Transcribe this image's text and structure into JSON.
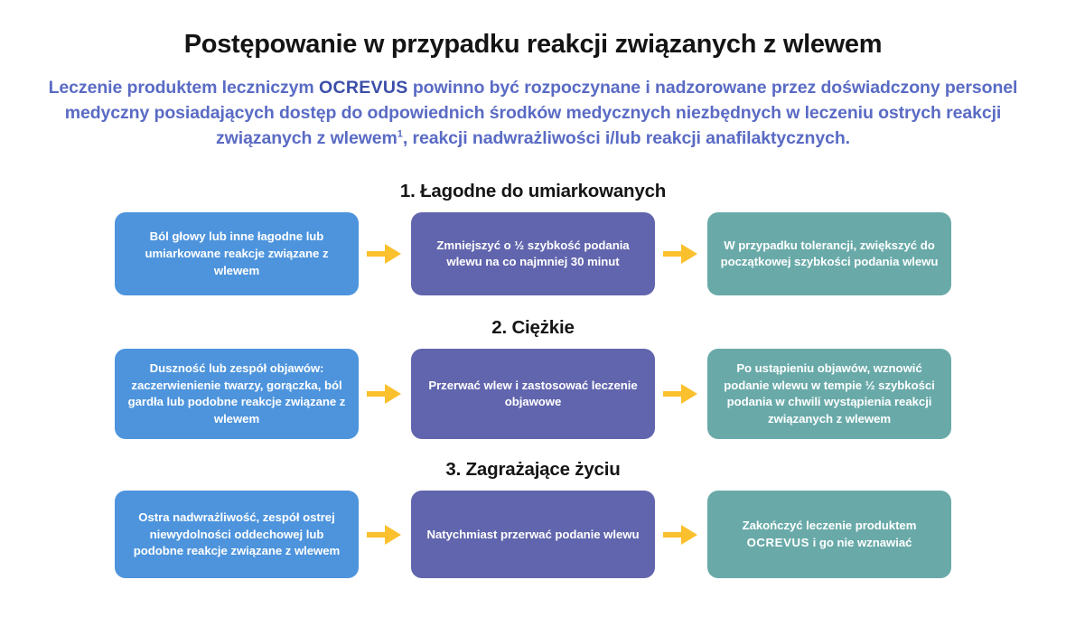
{
  "header": {
    "title": "Postępowanie w przypadku reakcji związanych z wlewem",
    "subtitle_part1": "Leczenie produktem leczniczym ",
    "subtitle_brand": "OCREVUS",
    "subtitle_part2": " powinno być rozpoczynane i nadzorowane przez doświadczony personel medyczny posiadających dostęp do odpowiednich środków medycznych niezbędnych w leczeniu ostrych reakcji związanych z wlewem",
    "subtitle_footnote": "1",
    "subtitle_part3": ", reakcji nadwrażliwości i/lub reakcji anafilaktycznych."
  },
  "colors": {
    "blue": "#4d94dd",
    "purple": "#6165ad",
    "teal": "#69aaa9",
    "arrow": "#fbc02d",
    "subtitle": "#5a6bc4",
    "brand": "#3b4ea8",
    "title": "#141414"
  },
  "sections": [
    {
      "heading": "1. Łagodne do umiarkowanych",
      "boxes": [
        {
          "color": "blue",
          "text": "Ból głowy lub inne łagodne lub umiarkowane reakcje związane z wlewem"
        },
        {
          "color": "purple",
          "text": "Zmniejszyć o ½ szybkość podania wlewu na co najmniej 30 minut"
        },
        {
          "color": "teal",
          "text": "W przypadku tolerancji, zwiększyć do początkowej szybkości podania wlewu"
        }
      ],
      "arrows": [
        "arrow-right-icon",
        "arrow-right-icon"
      ]
    },
    {
      "heading": "2. Ciężkie",
      "boxes": [
        {
          "color": "blue",
          "text": "Duszność lub zespół objawów: zaczerwienienie twarzy, gorączka, ból gardła lub podobne reakcje związane z wlewem"
        },
        {
          "color": "purple",
          "text": "Przerwać wlew i zastosować leczenie objawowe"
        },
        {
          "color": "teal",
          "text": "Po ustąpieniu objawów, wznowić podanie wlewu w tempie ½ szybkości podania w chwili wystąpienia reakcji związanych z wlewem"
        }
      ],
      "arrows": [
        "arrow-right-icon",
        "arrow-right-icon"
      ]
    },
    {
      "heading": "3. Zagrażające życiu",
      "boxes": [
        {
          "color": "blue",
          "text": "Ostra nadwrażliwość, zespół ostrej niewydolności oddechowej lub podobne reakcje związane z wlewem"
        },
        {
          "color": "purple",
          "text": "Natychmiast przerwać podanie wlewu"
        },
        {
          "color": "teal",
          "text_part1": "Zakończyć leczenie produktem ",
          "text_brand": "OCREVUS",
          "text_part2": " i go nie wznawiać"
        }
      ],
      "arrows": [
        "arrow-right-icon",
        "arrow-right-icon"
      ]
    }
  ]
}
